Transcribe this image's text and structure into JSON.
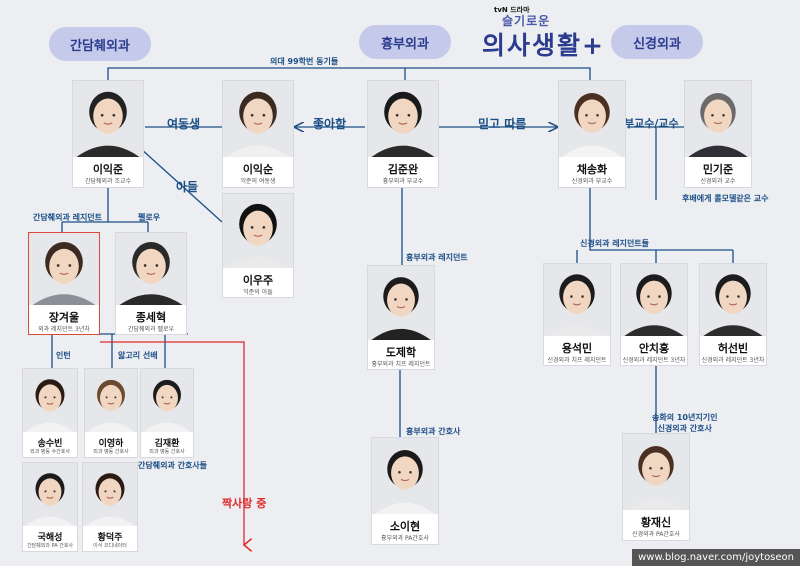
{
  "logo": {
    "badge": "tvN 드라마",
    "subtitle": "슬기로운",
    "title": "의사생활+"
  },
  "departments": {
    "hepatobiliary": "간담췌외과",
    "thoracic": "흉부외과",
    "neuro": "신경외과"
  },
  "relations": {
    "class99": "의대 99학번 동기들",
    "younger_sister": "여동생",
    "likes": "좋아함",
    "trust_follow": "믿고 따름",
    "assoc_prof": "부교수/교수",
    "son": "아들",
    "hbp_resident": "간담췌외과 레지던트",
    "fellow": "펠로우",
    "intern": "인턴",
    "junior_senior": "앓고리 선배",
    "hbp_nurses": "간담췌외과 간호사들",
    "crush": "짝사랑 중",
    "thoracic_resident": "흉부외과 레지던트",
    "thoracic_nurse": "흉부외과 간호사",
    "neuro_resident": "신경외과 레지던트들",
    "mentor_note": "후배에게 롤모델같은 교수",
    "hwang_note": "송화의 10년지기인\n신경외과 간호사"
  },
  "people": {
    "ikjun": {
      "name": "이익준",
      "desc": "간담췌외과 조교수"
    },
    "iksoon": {
      "name": "이익순",
      "desc": "익준의 여동생"
    },
    "junwan": {
      "name": "김준완",
      "desc": "흉부외과 부교수"
    },
    "songhwa": {
      "name": "채송화",
      "desc": "신경외과 부교수"
    },
    "mingijun": {
      "name": "민기준",
      "desc": "신경외과 교수"
    },
    "woojoo": {
      "name": "이우주",
      "desc": "익준의 아들"
    },
    "gyeoul": {
      "name": "장겨울",
      "desc": "외과 레지던트 3년차"
    },
    "sehyuk": {
      "name": "종세혁",
      "desc": "간담췌외과 펠로우"
    },
    "jehak": {
      "name": "도제학",
      "desc": "흉부외과 치프 레지던트"
    },
    "seokmin": {
      "name": "용석민",
      "desc": "신경외과 치프 레지던트"
    },
    "chihong": {
      "name": "안치홍",
      "desc": "신경외과 레지던트 3년차"
    },
    "seonbin": {
      "name": "허선빈",
      "desc": "신경외과 레지던트 3년차"
    },
    "subin": {
      "name": "송수빈",
      "desc": "외과 병동 수간호사"
    },
    "youngha": {
      "name": "이영하",
      "desc": "외과 병동 간호사"
    },
    "jaehwan": {
      "name": "김재환",
      "desc": "외과 병동 간호사"
    },
    "haesung": {
      "name": "국해성",
      "desc": "간담췌외과 PA 간호사"
    },
    "deokju": {
      "name": "황덕주",
      "desc": "이식 코디네이터"
    },
    "ihyun": {
      "name": "소이현",
      "desc": "흉부외과 PA간호사"
    },
    "jaeshin": {
      "name": "황재신",
      "desc": "신경외과 PA간호사"
    }
  },
  "watermark": "www.blog.naver.com/joytoseon",
  "colors": {
    "line": "#1c4f86",
    "crush": "#e02a2a",
    "pill_bg": "#c5c9ea",
    "pill_text": "#2b3b8e"
  }
}
